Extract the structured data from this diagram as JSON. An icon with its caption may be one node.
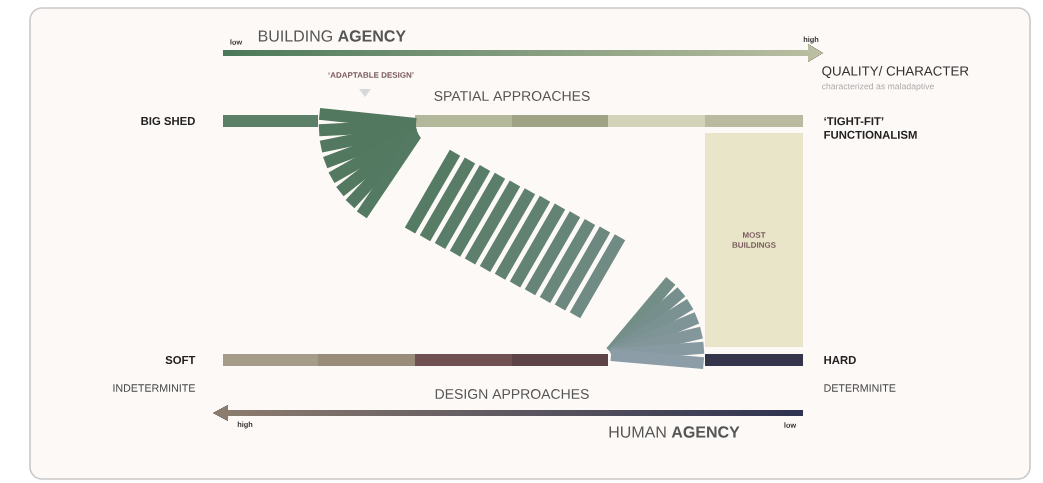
{
  "diagram": {
    "nodes": [
      {
        "text": [
          "MOST BUILDINGS"
        ]
      }
    ],
    "labels": [
      "low",
      "BUILDING **AGENCY**",
      "high",
      "‘ADAPTABLE DESIGN’",
      "QUALITY/ CHARACTER",
      "characterized as maladaptive",
      "SPATIAL APPROACHES",
      "BIG SHED",
      "‘TIGHT-FIT’ FUNCTIONALISM",
      "SOFT",
      "HARD",
      "INDETERMINITE",
      "DETERMINITE",
      "DESIGN APPROACHES",
      "high",
      "HUMAN **AGENCY**",
      "low"
    ]
  }
}
